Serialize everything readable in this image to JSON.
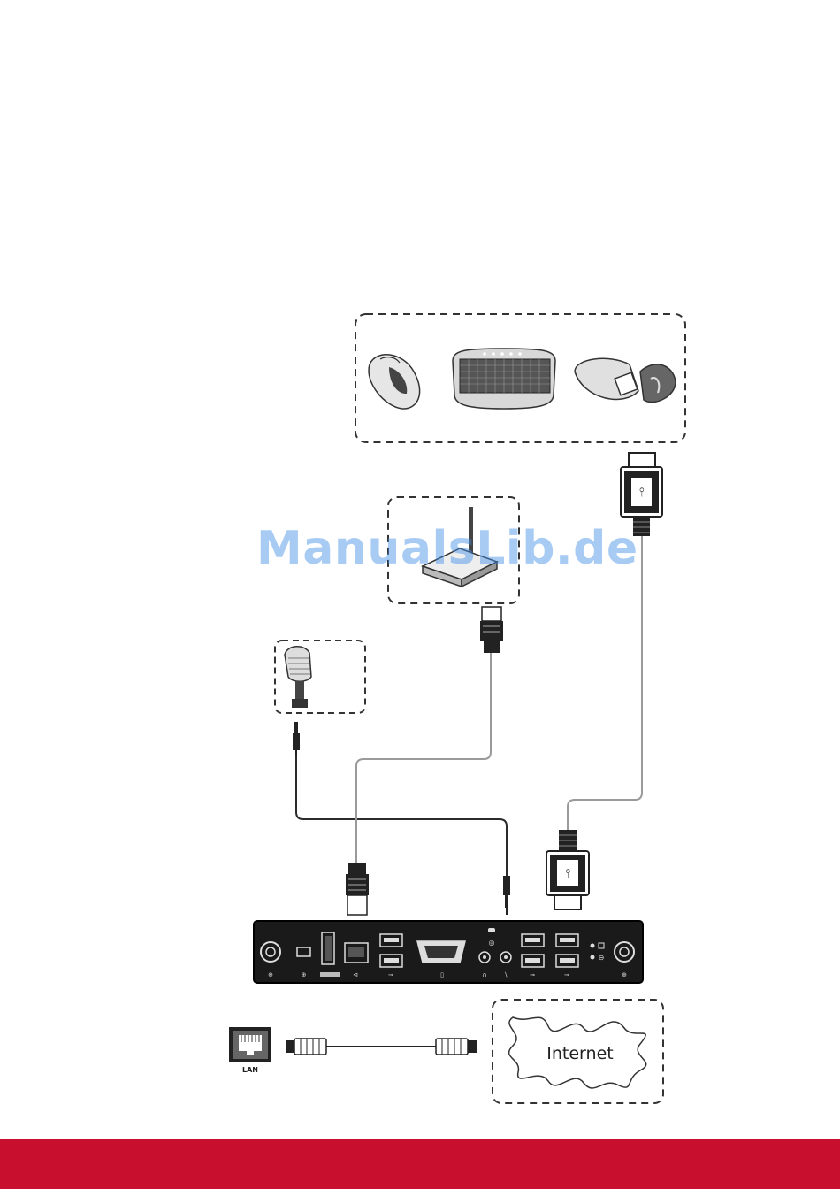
{
  "watermark": "ManualsLib.de",
  "labels": {
    "lan": "LAN",
    "internet": "Internet"
  },
  "colors": {
    "footer_band": "#c8102e",
    "watermark": "#3f8ee8",
    "panel": "#1a1a1a",
    "cable_gray": "#9a9a9a",
    "cable_dark": "#2b2b2b"
  },
  "icons": {
    "devices": [
      "mouse-icon",
      "keyboard-icon",
      "usb-dongle-icon"
    ],
    "router": "router-icon",
    "microphone": "microphone-icon",
    "lan_port": "lan-port-icon",
    "internet": "internet-cloud-icon",
    "panel_ports": [
      "power-in-icon",
      "mini-displayport-icon",
      "hdmi-port-icon",
      "rj45-port-icon",
      "usb-port-icon",
      "vga-port-icon",
      "audio-out-icon",
      "mic-in-icon",
      "usb3-port-icon",
      "usb3-port-icon",
      "led-indicator-icon",
      "power-out-icon"
    ]
  }
}
